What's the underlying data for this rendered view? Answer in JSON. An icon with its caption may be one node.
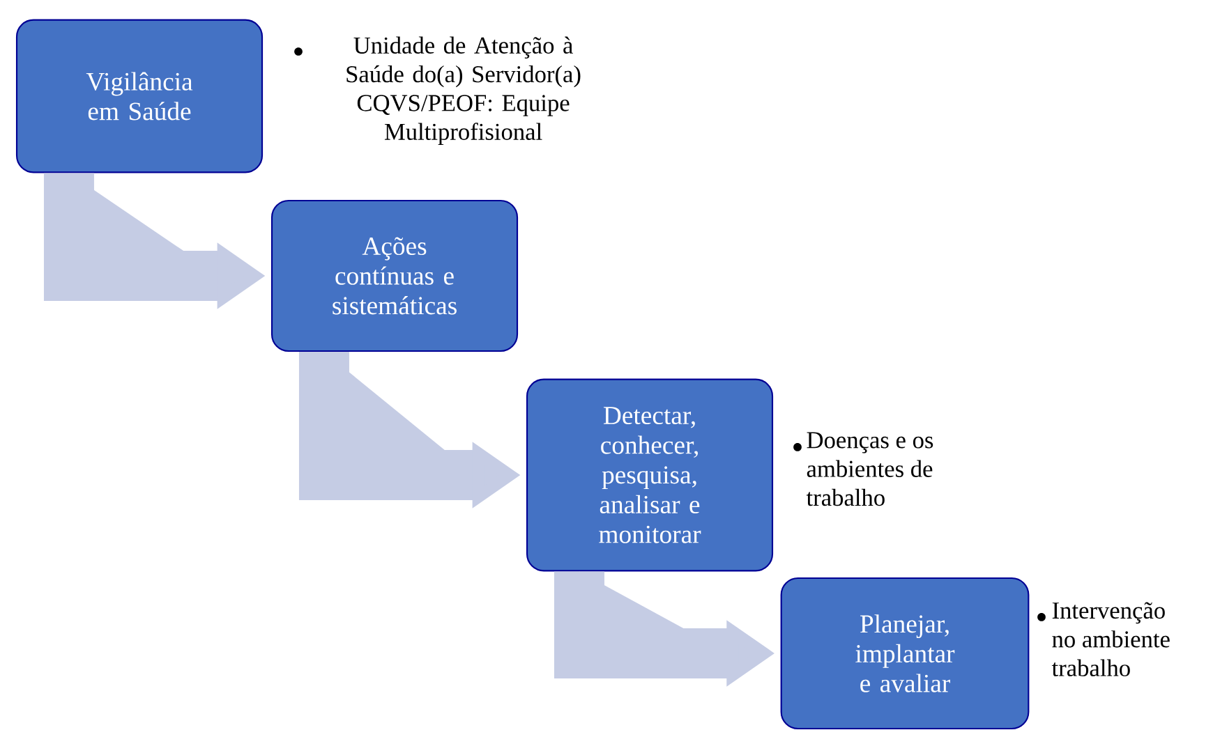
{
  "diagram": {
    "nodes": [
      {
        "text": [
          "Vigilância em Saúde"
        ],
        "beside": [
          "Unidade de Atenção à Saúde do(a) Servidor(a) CQVS/PEOF: Equipe Multiprofisional"
        ]
      },
      {
        "text": [
          "Ações contínuas e sistemáticas"
        ]
      },
      {
        "text": [
          "Detectar, conhecer, pesquisa, analisar e monitorar"
        ],
        "beside": [
          "Doenças e os ambientes de trabalho"
        ]
      },
      {
        "text": [
          "Planejar, implantar e avaliar"
        ],
        "beside": [
          "Intervenção no ambiente trabalho"
        ]
      }
    ],
    "edges": [
      {
        "from": 0,
        "to": 1,
        "arrow": "to"
      },
      {
        "from": 1,
        "to": 2,
        "arrow": "to"
      },
      {
        "from": 2,
        "to": 3,
        "arrow": "to"
      }
    ]
  }
}
